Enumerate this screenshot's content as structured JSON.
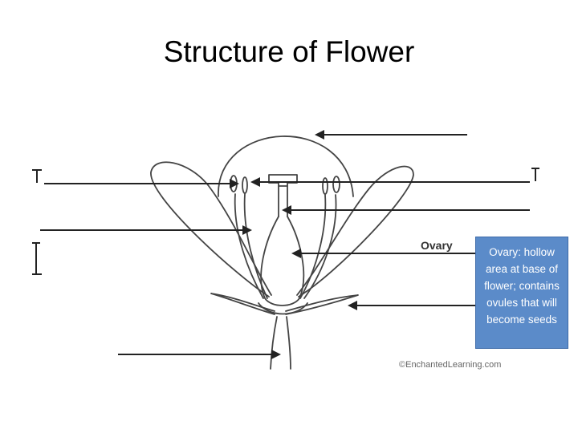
{
  "title": "Structure of Flower",
  "diagram": {
    "ovary_label": "Ovary",
    "watermark": "©EnchantedLearning.com"
  },
  "callout": {
    "text": "Ovary: hollow area at base of flower; contains ovules that will become seeds",
    "background": "#5b8bc9",
    "text_color": "#ffffff"
  }
}
